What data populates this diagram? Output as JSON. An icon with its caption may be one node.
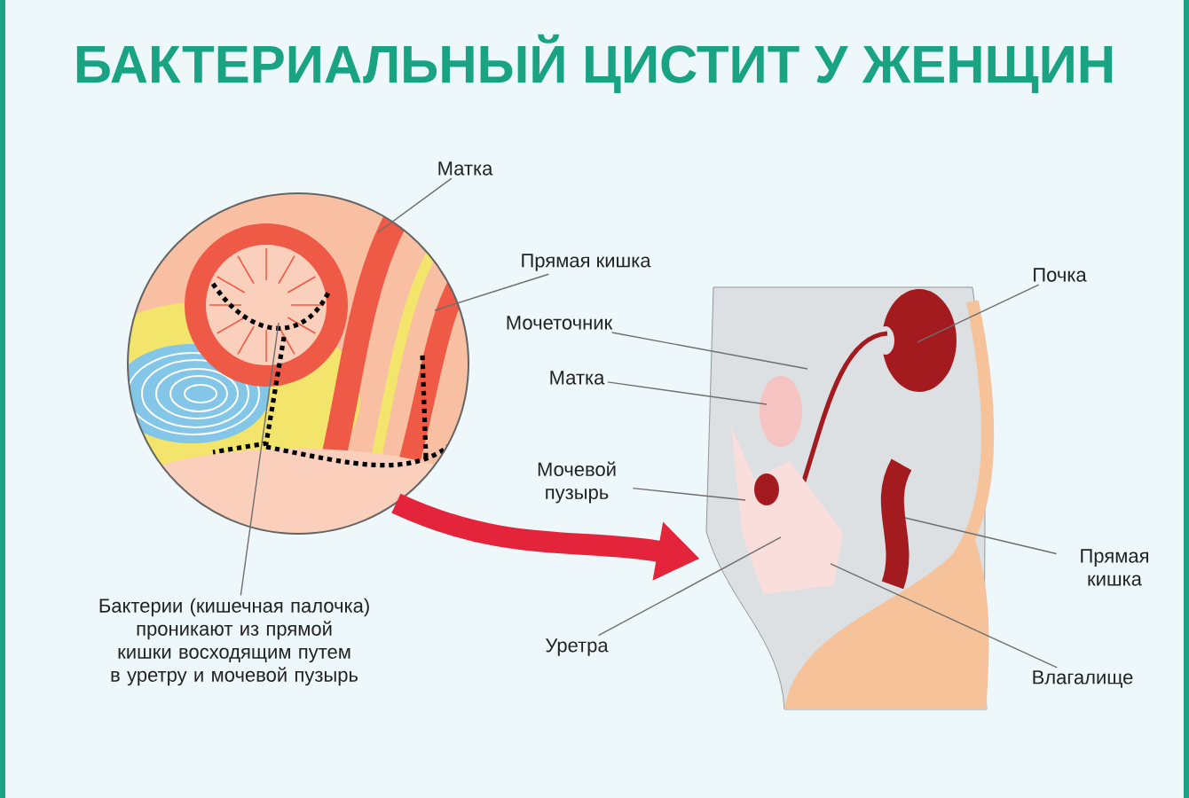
{
  "diagram": {
    "title": "БАКТЕРИАЛЬНЫЙ ЦИСТИТ У ЖЕНЩИН",
    "nodes": [
      {
        "text": [],
        "shape": "circle"
      },
      {
        "text": [],
        "shape": "picture"
      },
      {
        "text": [
          "Матка"
        ]
      },
      {
        "text": [
          "Прямая кишка"
        ]
      },
      {
        "text": [
          "Мочеточник"
        ]
      },
      {
        "text": [
          "Матка"
        ]
      },
      {
        "text": [
          "Мочевой пузырь"
        ]
      },
      {
        "text": [
          "Уретра"
        ]
      },
      {
        "text": [
          "Бактерии (кишечная палочка) проникают из прямой кишки восходящим путем в уретру и мочевой пузырь"
        ]
      },
      {
        "text": [
          "Почка"
        ]
      },
      {
        "text": [
          "Прямая кишка"
        ]
      },
      {
        "text": [
          "Влагалище"
        ]
      }
    ],
    "edges": [
      {
        "from": 0,
        "to": 1,
        "arrow": "to",
        "style": "thick",
        "color": "#e3243b"
      },
      {
        "from": 2,
        "to": 0,
        "arrow": "none"
      },
      {
        "from": 3,
        "to": 0,
        "arrow": "none"
      },
      {
        "from": 4,
        "to": 1,
        "arrow": "none"
      },
      {
        "from": 5,
        "to": 1,
        "arrow": "none"
      },
      {
        "from": 6,
        "to": 1,
        "arrow": "none"
      },
      {
        "from": 7,
        "to": 1,
        "arrow": "none"
      },
      {
        "from": 8,
        "to": 0,
        "arrow": "none"
      },
      {
        "from": 9,
        "to": 1,
        "arrow": "none"
      },
      {
        "from": 10,
        "to": 1,
        "arrow": "none"
      },
      {
        "from": 11,
        "to": 1,
        "arrow": "none"
      }
    ]
  }
}
